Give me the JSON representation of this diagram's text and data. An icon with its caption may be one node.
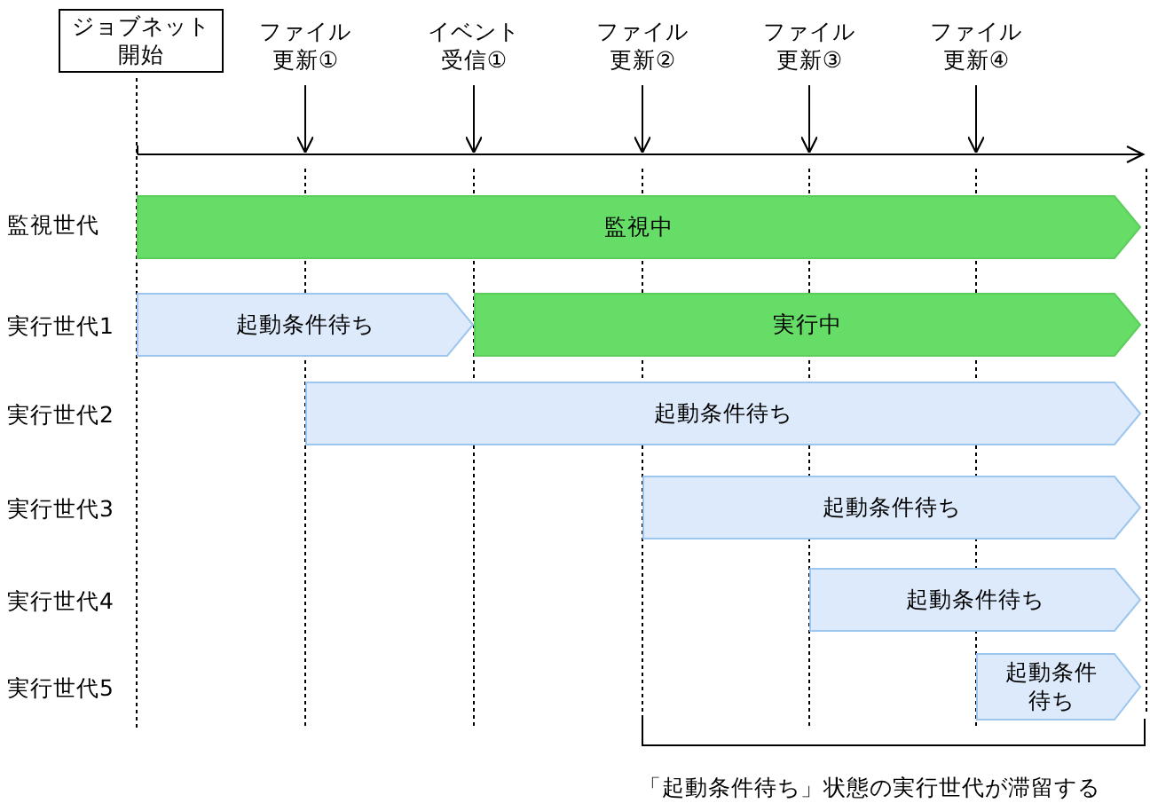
{
  "diagram": {
    "nodes": [
      {
        "text": [
          "ジョブネット開始"
        ]
      },
      {
        "text": [
          "ファイル更新①"
        ]
      },
      {
        "text": [
          "イベント受信①"
        ]
      },
      {
        "text": [
          "ファイル更新②"
        ]
      },
      {
        "text": [
          "ファイル更新③"
        ]
      },
      {
        "text": [
          "ファイル更新④"
        ]
      },
      {
        "text": [
          "監視中"
        ]
      },
      {
        "text": [
          "起動条件待ち"
        ]
      },
      {
        "text": [
          "実行中"
        ]
      },
      {
        "text": [
          "起動条件待ち"
        ]
      },
      {
        "text": [
          "起動条件待ち"
        ]
      },
      {
        "text": [
          "起動条件待ち"
        ]
      },
      {
        "text": [
          "起動条件待ち"
        ]
      },
      {
        "text": [],
        "shape": "bar"
      }
    ],
    "edges": [
      {
        "from": 1,
        "to": 13,
        "arrow": "to"
      },
      {
        "from": 2,
        "to": 13,
        "arrow": "to"
      },
      {
        "from": 3,
        "to": 13,
        "arrow": "to"
      },
      {
        "from": 4,
        "to": 13,
        "arrow": "to"
      },
      {
        "from": 5,
        "to": 13,
        "arrow": "to"
      }
    ],
    "labels": [
      "監視世代",
      "実行世代1",
      "実行世代2",
      "実行世代3",
      "実行世代4",
      "実行世代5",
      "「起動条件待ち」状態の実行世代が滞留する"
    ]
  }
}
